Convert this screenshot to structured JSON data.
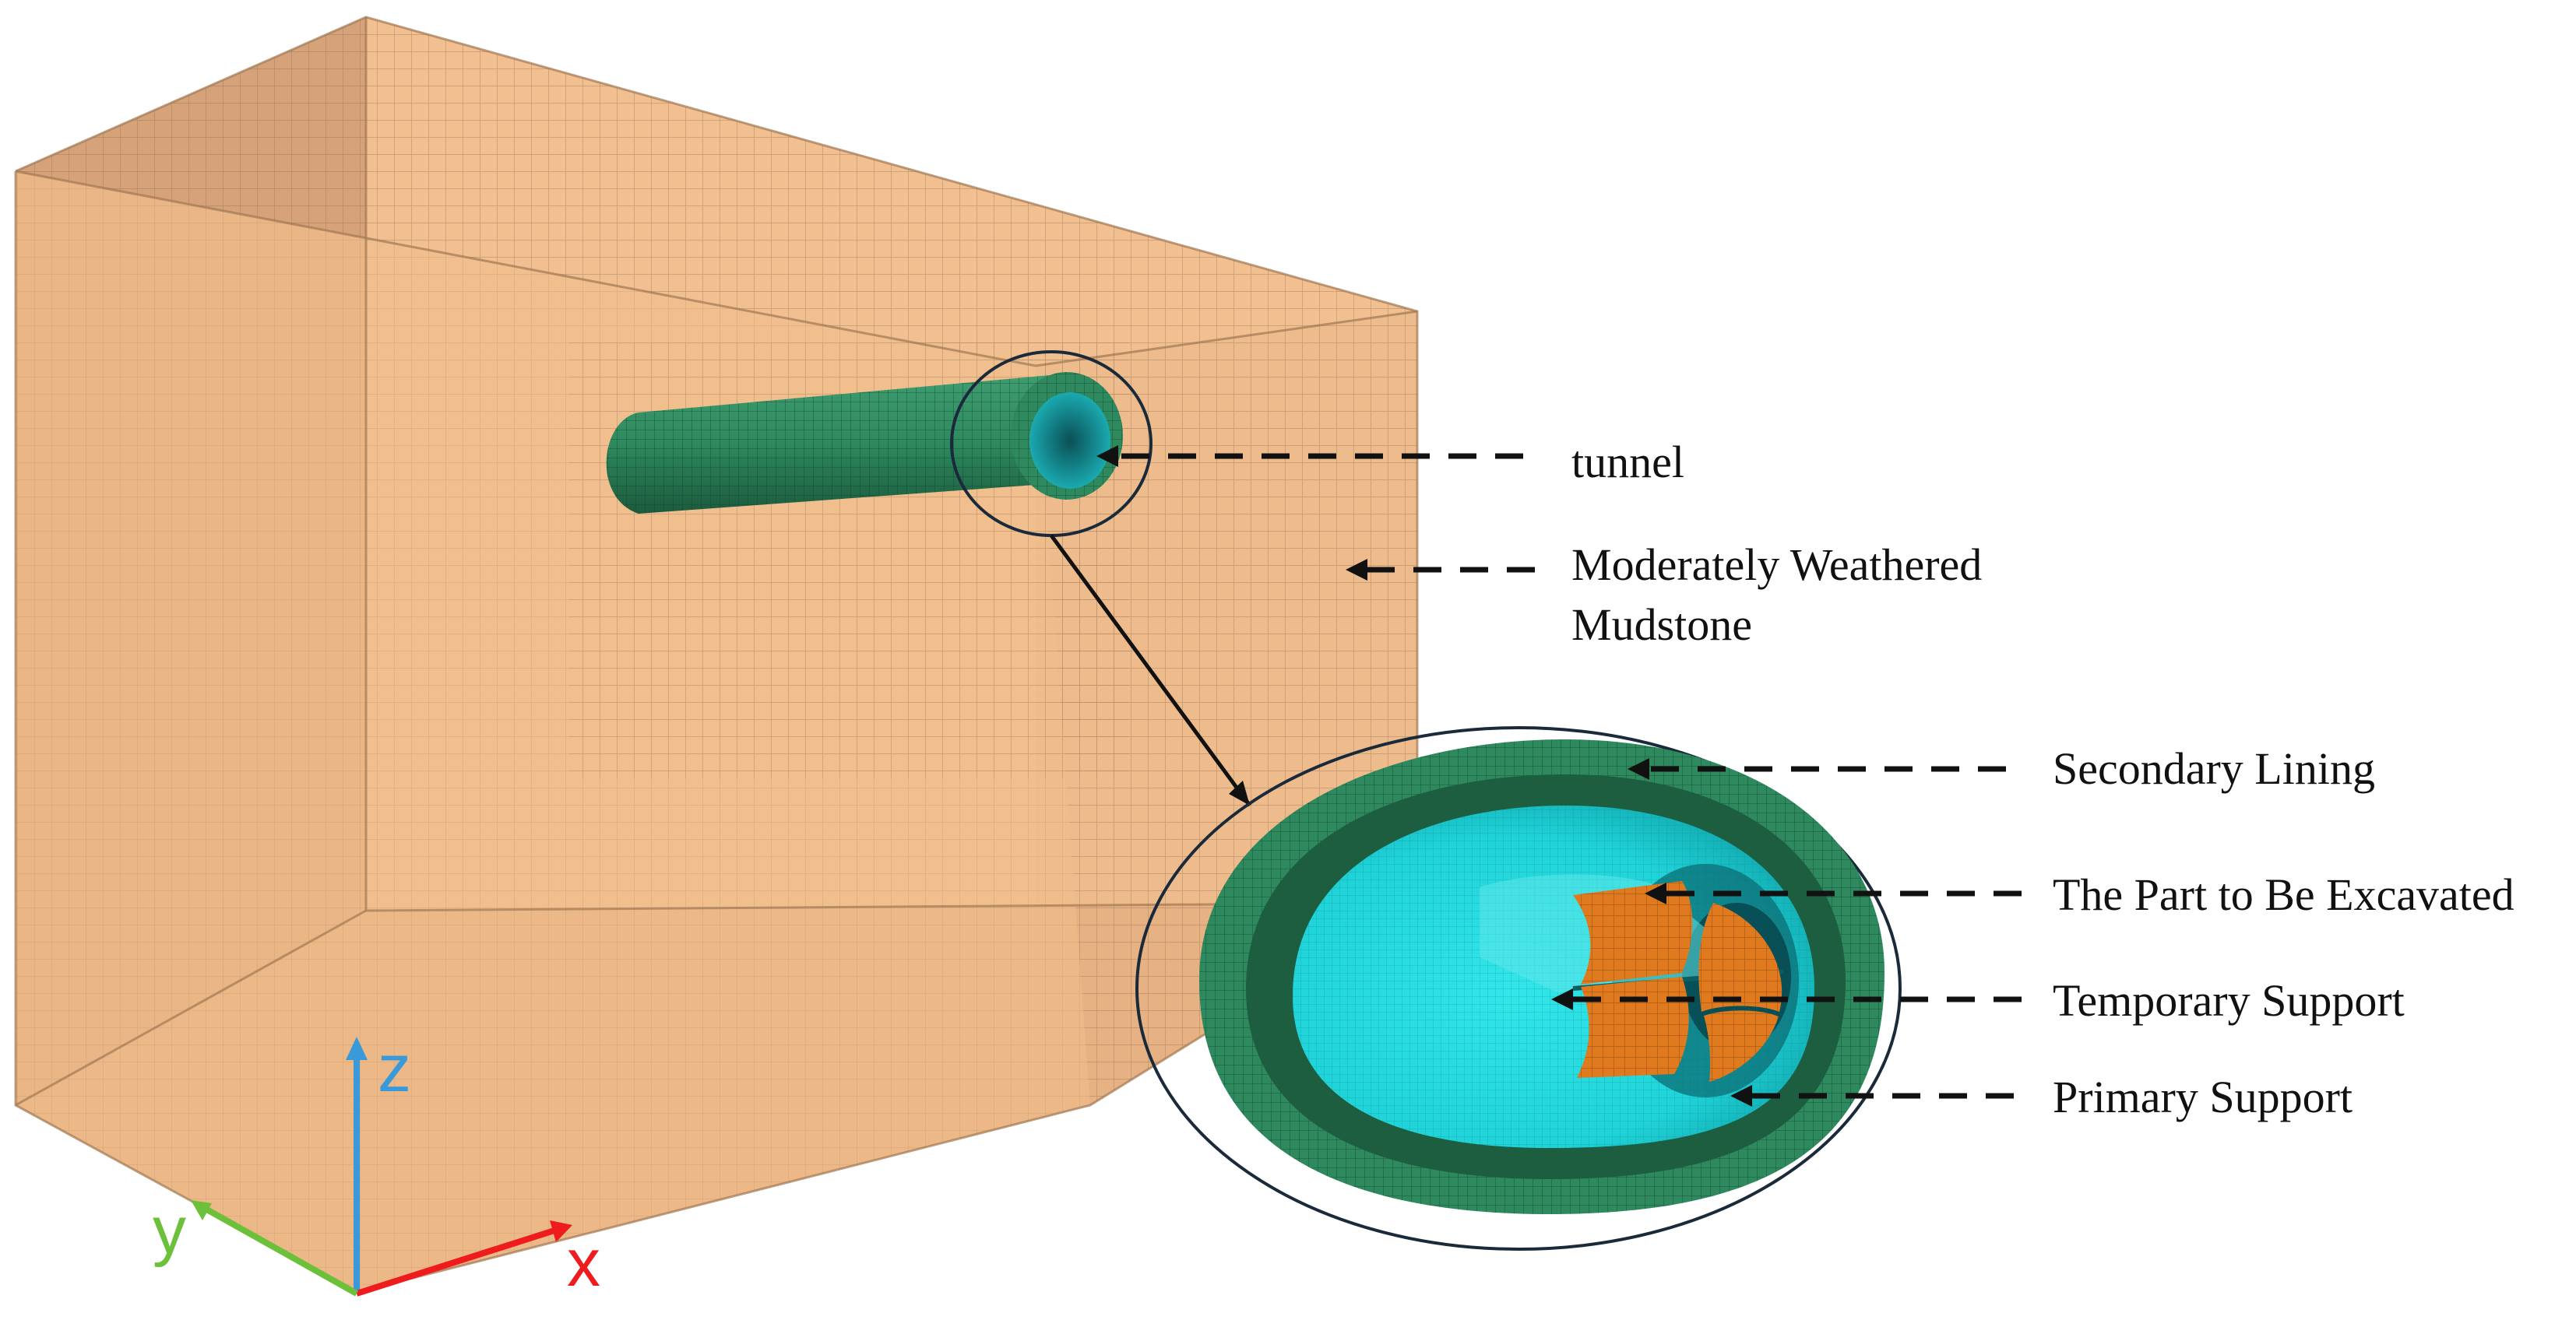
{
  "labels": {
    "tunnel": "tunnel",
    "rock_line1": "Moderately Weathered",
    "rock_line2": "Mudstone",
    "secondary_lining": "Secondary Lining",
    "excavated_part": "The Part to Be Excavated",
    "temporary_support": "Temporary Support",
    "primary_support": "Primary Support"
  },
  "axes": {
    "x": "x",
    "y": "y",
    "z": "z"
  },
  "colors": {
    "rock": "#efbb88",
    "rock_side": "#e2ab7c",
    "rock_top": "#d9a47a",
    "rock_floor": "#e8b584",
    "mesh_line": "#8a6a4e",
    "lining": "#2e8a5e",
    "lining_dark": "#1d5e40",
    "primary_support": "#22d8dc",
    "excavation": "#e07a1e",
    "axis_x": "#ee1c1c",
    "axis_y": "#6cc03a",
    "axis_z": "#3a9ad9"
  },
  "icons": [
    "arrow-head-left-icon",
    "coordinate-axes-icon"
  ]
}
